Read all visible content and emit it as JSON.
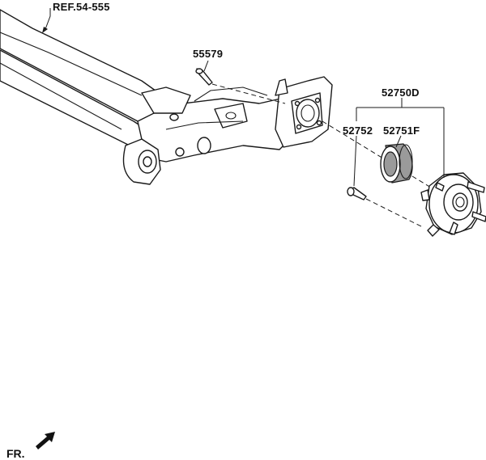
{
  "labels": {
    "ref": "REF.54-555",
    "bolt_top": "55579",
    "hub_assembly": "52750D",
    "bolt_hub": "52752",
    "bearing": "52751F",
    "front": "FR."
  }
}
